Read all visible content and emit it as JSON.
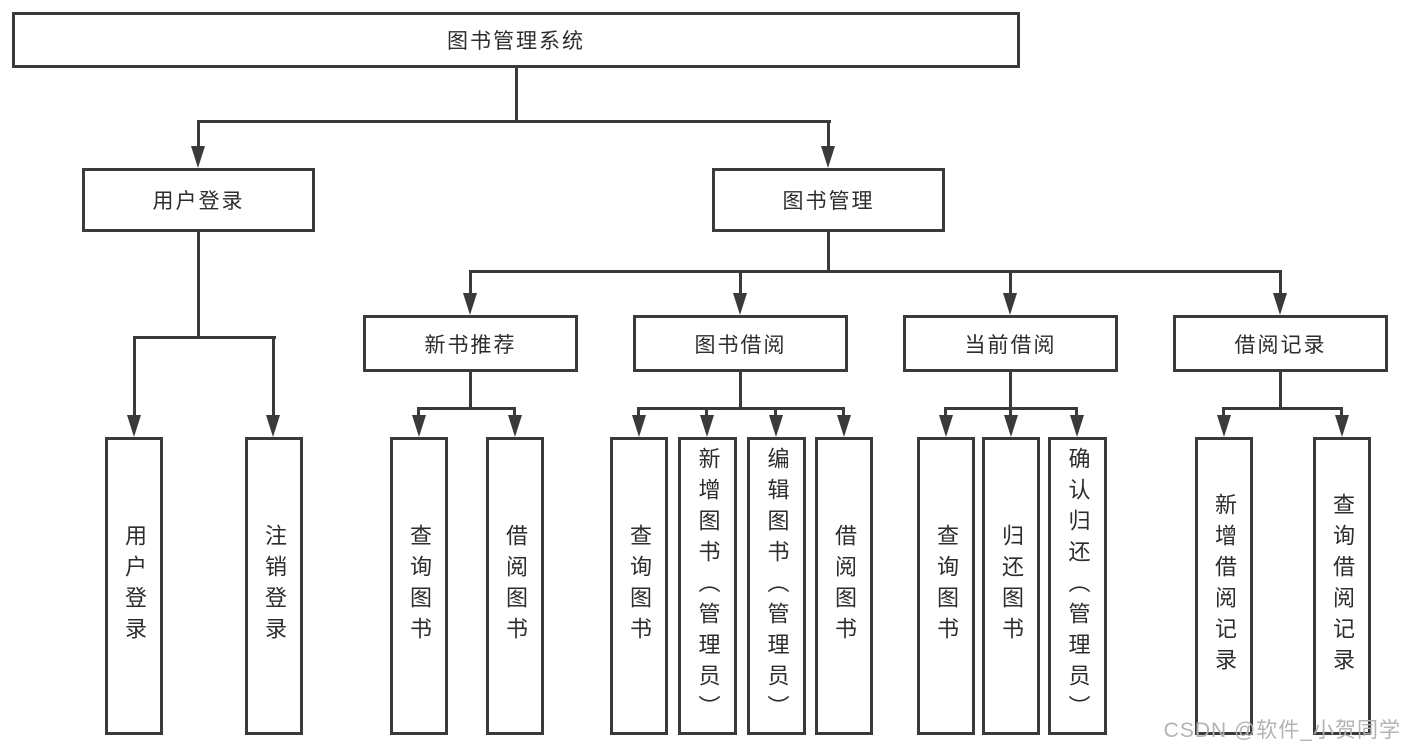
{
  "colors": {
    "line": "#3a3a3a",
    "text": "#2d2d2d",
    "background": "#ffffff",
    "watermark_color": "#b3b3b3"
  },
  "watermark": {
    "text": "CSDN @软件_小贺同学"
  },
  "tree": {
    "root": {
      "label": "图书管理系统",
      "children": [
        {
          "label": "用户登录",
          "children": [
            {
              "label": "用户登录"
            },
            {
              "label": "注销登录"
            }
          ]
        },
        {
          "label": "图书管理",
          "children": [
            {
              "label": "新书推荐",
              "children": [
                {
                  "label": "查询图书"
                },
                {
                  "label": "借阅图书"
                }
              ]
            },
            {
              "label": "图书借阅",
              "children": [
                {
                  "label": "查询图书"
                },
                {
                  "label": "新增图书（管理员）"
                },
                {
                  "label": "编辑图书（管理员）"
                },
                {
                  "label": "借阅图书"
                }
              ]
            },
            {
              "label": "当前借阅",
              "children": [
                {
                  "label": "查询图书"
                },
                {
                  "label": "归还图书"
                },
                {
                  "label": "确认归还（管理员）"
                }
              ]
            },
            {
              "label": "借阅记录",
              "children": [
                {
                  "label": "新增借阅记录"
                },
                {
                  "label": "查询借阅记录"
                }
              ]
            }
          ]
        }
      ]
    }
  }
}
